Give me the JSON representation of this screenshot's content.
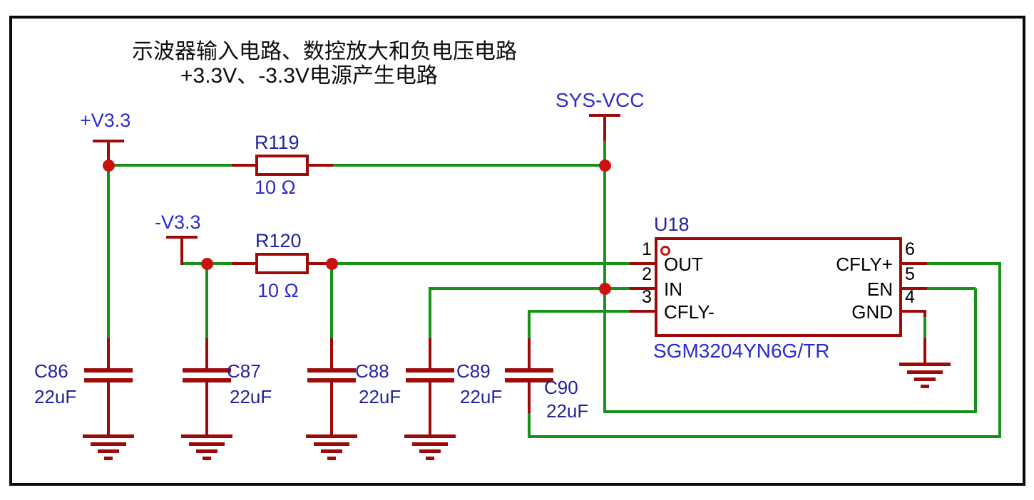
{
  "palette": {
    "wire_green": "#179117",
    "component_dark_red": "#9c0a0a",
    "junction_red": "#cc1111",
    "label_blue_bright": "#2b2bd2",
    "label_blue_navy": "#22229e",
    "text_black": "#0d0d0d",
    "background": "#ffffff"
  },
  "title": {
    "line1": "示波器输入电路、数控放大和负电压电路",
    "line2": "+3.3V、-3.3V电源产生电路"
  },
  "net_labels": {
    "v_pos": "+V3.3",
    "v_neg": "-V3.3",
    "sys_vcc": "SYS-VCC"
  },
  "resistors": [
    {
      "ref": "R119",
      "value": "10 Ω"
    },
    {
      "ref": "R120",
      "value": "10 Ω"
    }
  ],
  "capacitors": [
    {
      "ref": "C86",
      "value": "22uF"
    },
    {
      "ref": "C87",
      "value": "22uF"
    },
    {
      "ref": "C88",
      "value": "22uF"
    },
    {
      "ref": "C89",
      "value": "22uF"
    },
    {
      "ref": "C90",
      "value": "22uF"
    }
  ],
  "ic": {
    "ref": "U18",
    "part": "SGM3204YN6G/TR",
    "left_pins": [
      {
        "num": "1",
        "name": "OUT"
      },
      {
        "num": "2",
        "name": "IN"
      },
      {
        "num": "3",
        "name": "CFLY-"
      }
    ],
    "right_pins": [
      {
        "num": "6",
        "name": "CFLY+"
      },
      {
        "num": "5",
        "name": "EN"
      },
      {
        "num": "4",
        "name": "GND"
      }
    ]
  }
}
